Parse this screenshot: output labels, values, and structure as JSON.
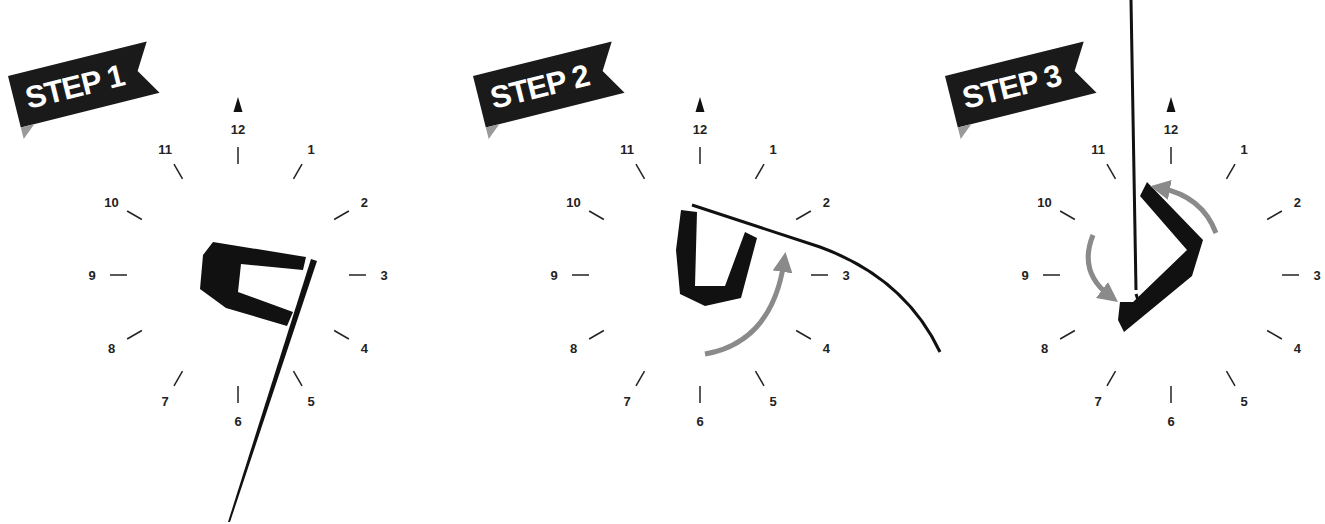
{
  "diagram": {
    "nodes": [
      {
        "text": [
          "STEP 1"
        ]
      },
      {
        "text": [
          "STEP 2"
        ]
      },
      {
        "text": [
          "STEP 3"
        ]
      }
    ],
    "labels": [
      "12",
      "1",
      "2",
      "3",
      "4",
      "5",
      "6",
      "7",
      "8",
      "9",
      "10",
      "11",
      "12",
      "1",
      "2",
      "3",
      "4",
      "5",
      "6",
      "7",
      "8",
      "9",
      "10",
      "11",
      "12",
      "1",
      "2",
      "3",
      "4",
      "5",
      "6",
      "7",
      "8",
      "9",
      "10",
      "11"
    ]
  }
}
